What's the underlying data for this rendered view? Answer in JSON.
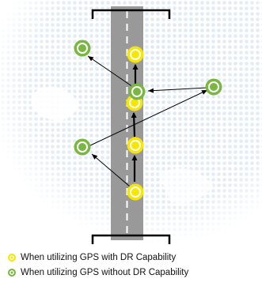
{
  "legend": {
    "gps_with_dr": "When utilizing GPS with DR Capability",
    "gps_without_dr": "When utilizing GPS without DR Capability"
  },
  "colors": {
    "road": "#999999",
    "lane_marking": "#ffffff",
    "gps_with_dr": "#f7e600",
    "gps_without_dr": "#7ab642",
    "background_pattern": "#dde8f4"
  },
  "icons": {
    "gps_with_dr": "yellow-position-marker",
    "gps_without_dr": "green-position-marker"
  }
}
